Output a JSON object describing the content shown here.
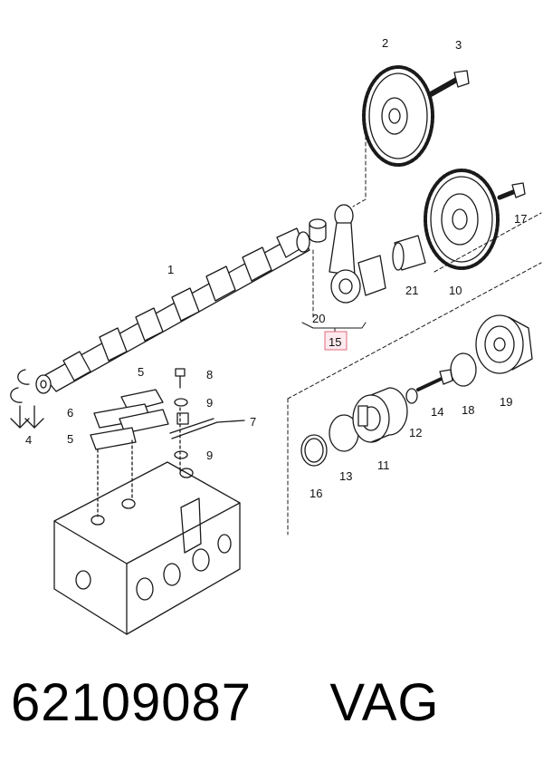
{
  "callouts": {
    "c1": "1",
    "c2": "2",
    "c3": "3",
    "c4": "4",
    "c5a": "5",
    "c5b": "5",
    "c6": "6",
    "c7": "7",
    "c8": "8",
    "c9a": "9",
    "c9b": "9",
    "c10": "10",
    "c11": "11",
    "c12": "12",
    "c13": "13",
    "c14": "14",
    "c15": "15",
    "c16": "16",
    "c17": "17",
    "c18": "18",
    "c19": "19",
    "c20": "20",
    "c21": "21"
  },
  "highlight_color": "#e06a7a",
  "footer": {
    "part_number": "62109087",
    "brand": "VAG"
  }
}
